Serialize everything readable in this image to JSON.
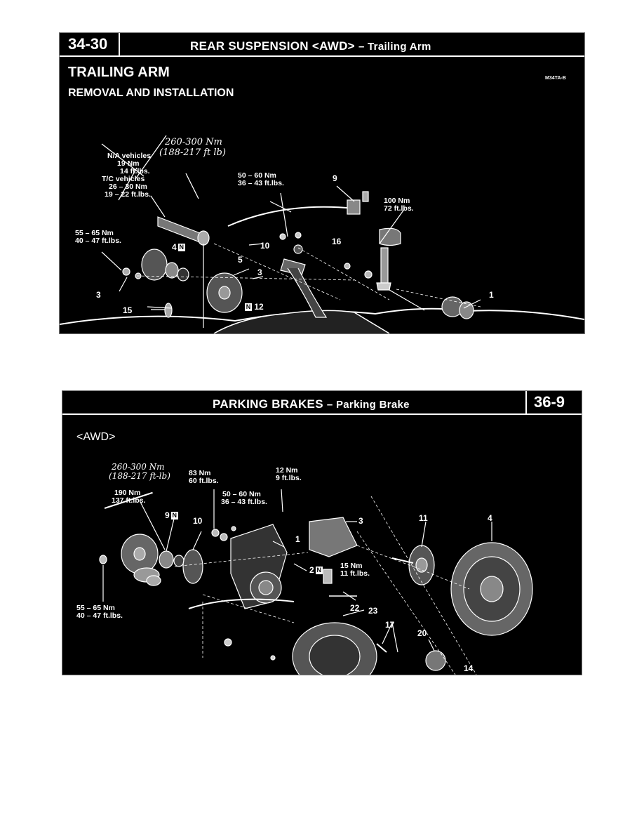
{
  "panel1": {
    "page_number": "34-30",
    "header_title": "REAR SUSPENSION <AWD>",
    "header_subtitle": "– Trailing Arm",
    "section_title": "TRAILING ARM",
    "section_subtitle": "REMOVAL AND INSTALLATION",
    "doc_code": "M34TA-B",
    "handwritten": {
      "line1": "260-300 Nm",
      "line2": "(188-217 ft lb)"
    },
    "labels": {
      "na_group": [
        "N/A vehicles",
        "19 Nm",
        "14 ft.lbs.",
        "T/C vehicles",
        "26 – 30 Nm",
        "19 – 22 ft.lbs."
      ],
      "torque_50_60": [
        "50 – 60 Nm",
        "36 – 43 ft.lbs."
      ],
      "torque_100": [
        "100 Nm",
        "72 ft.lbs."
      ],
      "torque_55_65": [
        "55 – 65 Nm",
        "40 – 47 ft.lbs."
      ]
    },
    "callouts": {
      "c1": "1",
      "c3a": "3",
      "c3b": "3",
      "c4": "4",
      "c5": "5",
      "c9": "9",
      "c10": "10",
      "c12": "12",
      "c15": "15",
      "c16": "16"
    },
    "new_marker": "N"
  },
  "panel2": {
    "page_number": "36-9",
    "header_title": "PARKING BRAKES",
    "header_subtitle": "– Parking Brake",
    "section_title": "<AWD>",
    "handwritten": {
      "line1": "260-300 Nm",
      "line2": "(188-217 ft-lb)"
    },
    "labels": {
      "crossed": [
        "190 Nm",
        "137 ft.lbs."
      ],
      "torque_83": [
        "83 Nm",
        "60 ft.lbs."
      ],
      "torque_12": [
        "12 Nm",
        "9 ft.lbs."
      ],
      "torque_50_60": [
        "50 – 60 Nm",
        "36 – 43 ft.lbs."
      ],
      "torque_15": [
        "15 Nm",
        "11 ft.lbs."
      ],
      "torque_55_65": [
        "55 – 65 Nm",
        "40 – 47 ft.lbs."
      ]
    },
    "callouts": {
      "c1": "1",
      "c2": "2",
      "c3": "3",
      "c4": "4",
      "c9": "9",
      "c10": "10",
      "c11": "11",
      "c14": "14",
      "c17": "17",
      "c20": "20",
      "c22": "22",
      "c23": "23"
    },
    "new_marker": "N"
  }
}
